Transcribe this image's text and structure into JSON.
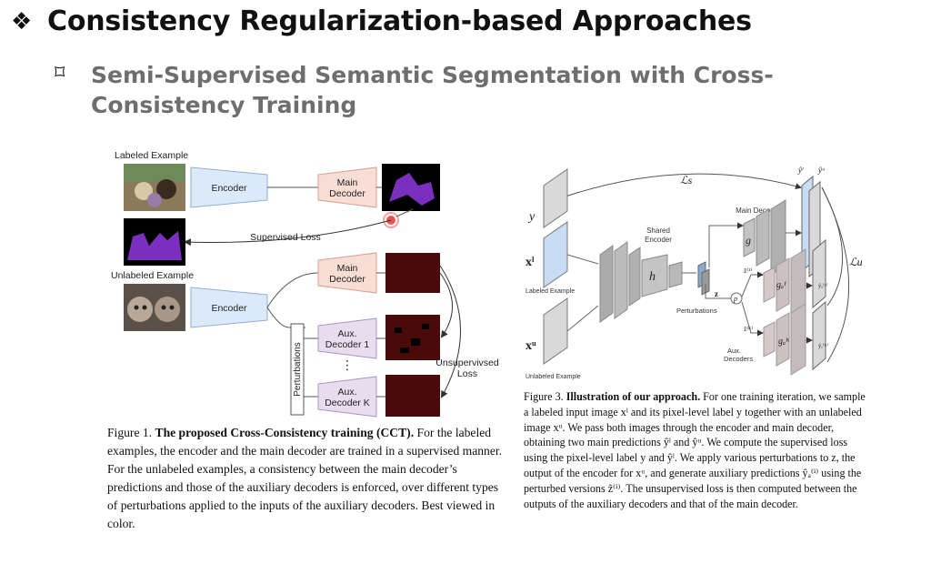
{
  "slide": {
    "title": "Consistency Regularization-based Approaches",
    "subtitle": "Semi-Supervised Semantic Segmentation with Cross-Consistency Training"
  },
  "figure1": {
    "labeled_example": "Labeled Example",
    "unlabeled_example": "Unlabeled Example",
    "encoder": "Encoder",
    "main_decoder": "Main\nDecoder",
    "supervised_loss": "Supervised Loss",
    "perturbations": "Perturbations",
    "aux_decoder_1": "Aux.\nDecoder 1",
    "aux_decoder_k": "Aux.\nDecoder K",
    "dots": "⋮",
    "unsupervised_loss": "Unsupervivsed\nLoss",
    "caption_lead": "Figure 1.",
    "caption_title": "The proposed Cross-Consistency training (CCT).",
    "caption_body": "For the labeled examples, the encoder and the main decoder are trained in a supervised manner. For the unlabeled examples, a consistency between the main decoder’s predictions and those of the auxiliary decoders is enforced, over different types of perturbations applied to the inputs of the auxiliary decoders. Best viewed in color."
  },
  "figure3": {
    "ls": "ℒs",
    "lu": "ℒu",
    "y": "y",
    "xl": "xˡ",
    "xu": "xᵘ",
    "labeled_example": "Labeled Example",
    "unlabeled_example": "Unlabeled Example",
    "shared_encoder": "Shared\nEncoder",
    "h": "h",
    "z": "z",
    "main_decoder": "Main Decoder",
    "g": "g",
    "ga1": "gₐ¹",
    "gak": "gₐᴷ",
    "z1": "z̃⁽¹⁾",
    "zk": "z̃⁽ᴷ⁾",
    "yl": "ŷˡ",
    "yu": "ŷᵘ",
    "ya1": "ŷₐ⁽¹⁾",
    "yak": "ŷₐ⁽ᴷ⁾",
    "p": "p",
    "perturbations": "Perturbations",
    "aux_decoders": "Aux.\nDecoders",
    "caption_lead": "Figure 3.",
    "caption_title": "Illustration of our approach.",
    "caption_body": "For one training iteration, we sample a labeled input image xˡ and its pixel-level label y together with an unlabeled image xᵘ. We pass both images through the encoder and main decoder, obtaining two main predictions ŷˡ and ŷᵘ. We compute the supervised loss using the pixel-level label y and ŷˡ. We apply various perturbations to z, the output of the encoder for xᵘ, and generate auxiliary predictions ŷₐ⁽ⁱ⁾ using the perturbed versions z̃⁽ⁱ⁾. The unsupervised loss is then computed between the outputs of the auxiliary decoders and that of the main decoder."
  },
  "colors": {
    "encoder_fill": "#dbe9f8",
    "decoder_fill": "#f8ddd4",
    "aux_fill": "#e8dcef",
    "seg_purple": "#7b2fbf",
    "seg_dark_red": "#4a0a0a"
  }
}
